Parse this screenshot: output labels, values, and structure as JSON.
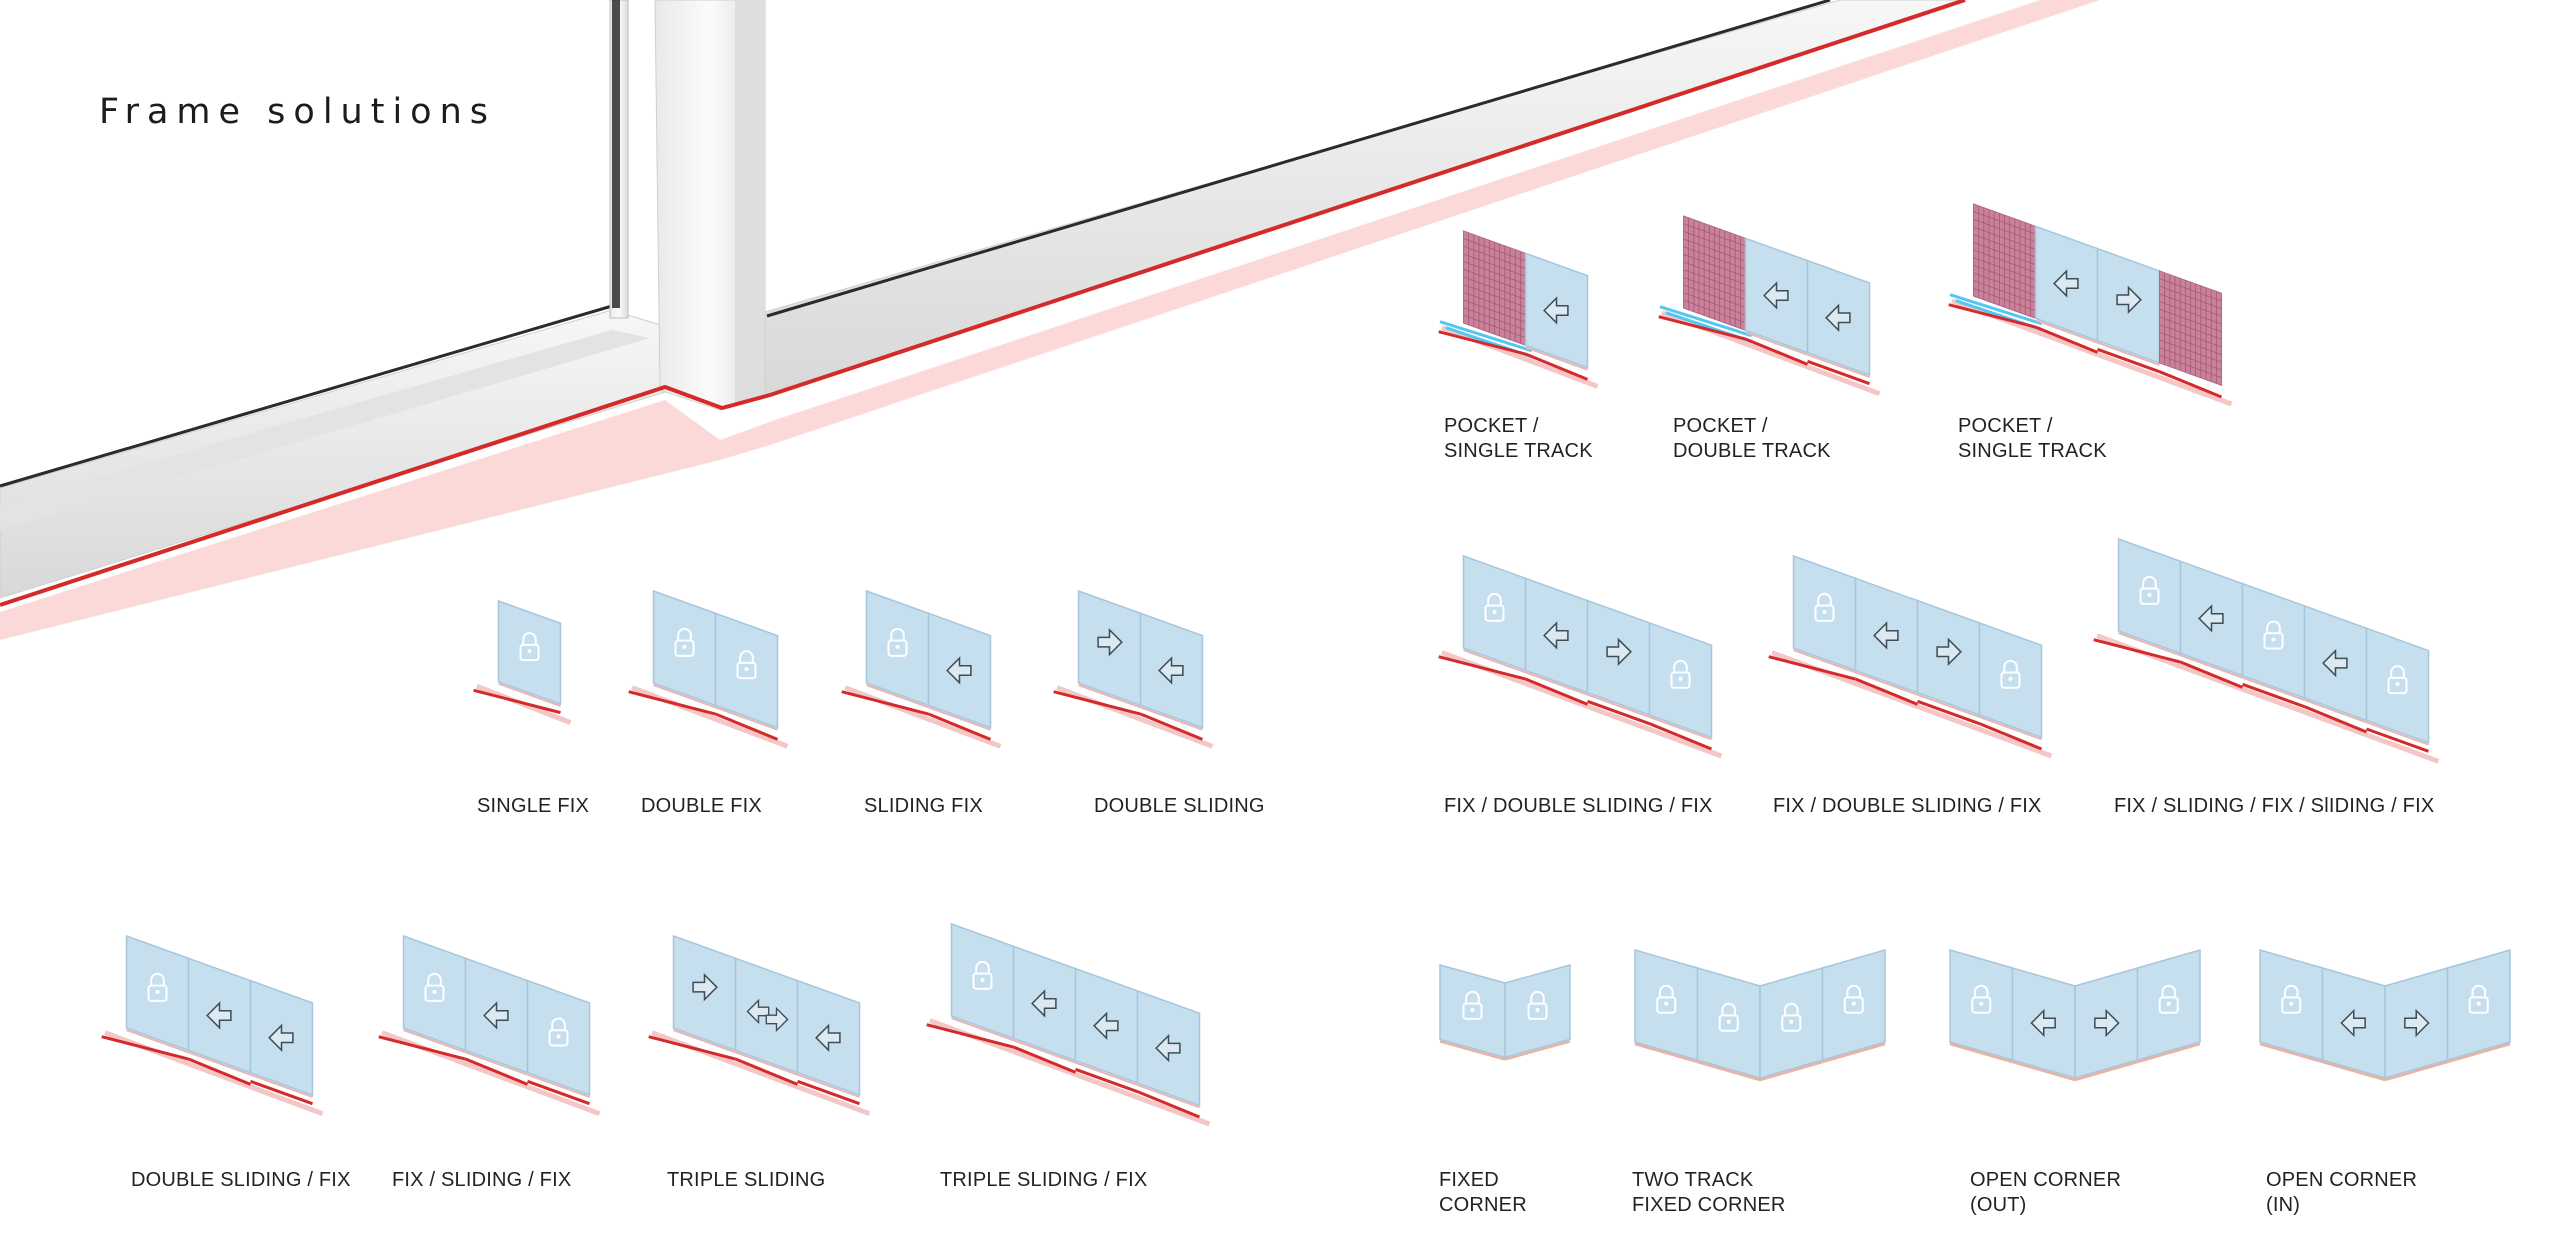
{
  "page": {
    "title": "Frame solutions"
  },
  "colors": {
    "glass": "#c6dfee",
    "glass_edge": "#a6c6dc",
    "rail": "#d42a2a",
    "rail_shadow": "#f5c6c6",
    "pocket_panel": "#c9829a",
    "pocket_grid": "#a55877",
    "pocket_track": "#53c6f2",
    "icon_stroke": "#3f4d56"
  },
  "diagrams": [
    {
      "id": "pocket-single-track-1",
      "caption": [
        "POCKET /",
        "SINGLE TRACK"
      ],
      "panels": [
        "pocket",
        "arrow-left"
      ]
    },
    {
      "id": "pocket-double-track",
      "caption": [
        "POCKET /",
        "DOUBLE TRACK"
      ],
      "panels": [
        "pocket",
        "arrow-left",
        "arrow-left"
      ]
    },
    {
      "id": "pocket-single-track-2",
      "caption": [
        "POCKET /",
        "SINGLE TRACK"
      ],
      "panels": [
        "pocket",
        "arrow-left",
        "arrow-right",
        "pocket"
      ]
    },
    {
      "id": "single-fix",
      "caption": [
        "SINGLE FIX"
      ],
      "panels": [
        "lock"
      ]
    },
    {
      "id": "double-fix",
      "caption": [
        "DOUBLE FIX"
      ],
      "panels": [
        "lock",
        "lock"
      ]
    },
    {
      "id": "sliding-fix",
      "caption": [
        "SLIDING FIX"
      ],
      "panels": [
        "lock",
        "arrow-left"
      ]
    },
    {
      "id": "double-sliding",
      "caption": [
        "DOUBLE SLIDING"
      ],
      "panels": [
        "arrow-right",
        "arrow-left"
      ]
    },
    {
      "id": "fix-double-sliding-fix-1",
      "caption": [
        "FIX / DOUBLE SLIDING / FIX"
      ],
      "panels": [
        "lock",
        "arrow-left",
        "arrow-right",
        "lock"
      ]
    },
    {
      "id": "fix-double-sliding-fix-2",
      "caption": [
        "FIX / DOUBLE SLIDING / FIX"
      ],
      "panels": [
        "lock",
        "arrow-left",
        "arrow-right",
        "lock"
      ]
    },
    {
      "id": "fix-sliding-fix-sliding-fix",
      "caption": [
        "FIX / SLIDING / FIX / SlIDING / FIX"
      ],
      "panels": [
        "lock",
        "arrow-left",
        "lock",
        "arrow-left",
        "lock"
      ]
    },
    {
      "id": "double-sliding-fix",
      "caption": [
        "DOUBLE SLIDING / FIX"
      ],
      "panels": [
        "lock",
        "arrow-left",
        "arrow-left"
      ]
    },
    {
      "id": "fix-sliding-fix",
      "caption": [
        "FIX / SLIDING / FIX"
      ],
      "panels": [
        "lock",
        "arrow-left",
        "lock"
      ]
    },
    {
      "id": "triple-sliding",
      "caption": [
        "TRIPLE SLIDING"
      ],
      "panels": [
        "arrow-right",
        "arrow-left-right",
        "arrow-left"
      ]
    },
    {
      "id": "triple-sliding-fix",
      "caption": [
        "TRIPLE SLIDING / FIX"
      ],
      "panels": [
        "lock",
        "arrow-left",
        "arrow-left",
        "arrow-left"
      ]
    },
    {
      "id": "fixed-corner",
      "caption": [
        "FIXED",
        "CORNER"
      ],
      "panels": [
        "lock",
        "lock"
      ]
    },
    {
      "id": "two-track-fixed-corner",
      "caption": [
        "TWO TRACK",
        "FIXED CORNER"
      ],
      "panels": [
        "lock",
        "lock",
        "lock",
        "lock"
      ]
    },
    {
      "id": "open-corner-out",
      "caption": [
        "OPEN CORNER",
        "(OUT)"
      ],
      "panels": [
        "lock",
        "arrow-left",
        "arrow-right",
        "lock"
      ]
    },
    {
      "id": "open-corner-in",
      "caption": [
        "OPEN CORNER",
        "(IN)"
      ],
      "panels": [
        "lock",
        "arrow-left",
        "arrow-right",
        "lock"
      ]
    }
  ]
}
